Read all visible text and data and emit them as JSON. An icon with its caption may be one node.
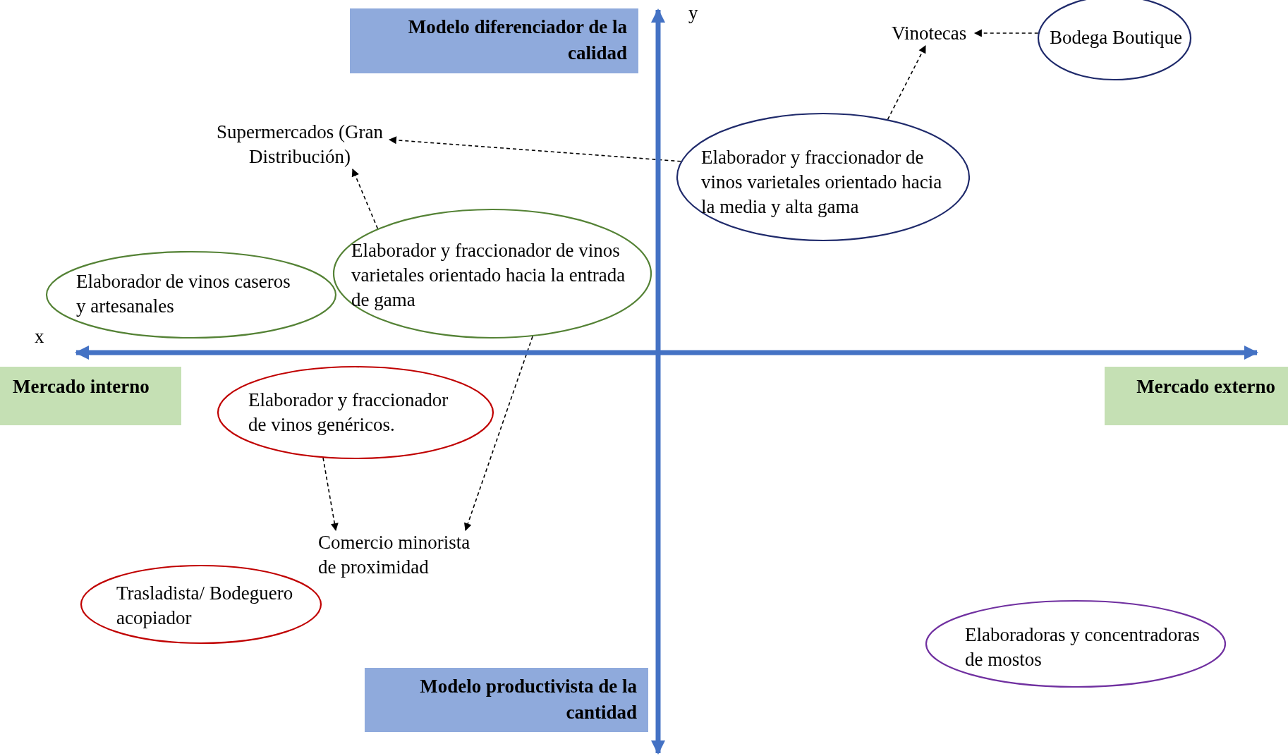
{
  "diagram": {
    "nodes": [
      {
        "text": [
          "Modelo diferenciador de la calidad"
        ]
      },
      {
        "text": [
          "Vinotecas"
        ]
      },
      {
        "text": [
          "Bodega Boutique"
        ]
      },
      {
        "text": [
          "Supermercados (Gran Distribución)"
        ]
      },
      {
        "text": [
          "Elaborador y fraccionador de vinos varietales orientado hacia la media y alta gama"
        ]
      },
      {
        "text": [
          "Elaborador y fraccionador de vinos varietales orientado hacia la entrada de gama"
        ]
      },
      {
        "text": [
          "Elaborador de vinos caseros y artesanales"
        ]
      },
      {
        "text": [
          "Mercado interno"
        ]
      },
      {
        "text": [
          "Mercado externo"
        ]
      },
      {
        "text": [
          "Elaborador y fraccionador de vinos genéricos."
        ]
      },
      {
        "text": [
          "Comercio minorista de proximidad"
        ]
      },
      {
        "text": [
          "Trasladista/ Bodeguero acopiador"
        ]
      },
      {
        "text": [
          "Elaboradoras y concentradoras de mostos"
        ]
      },
      {
        "text": [
          "Modelo productivista de la cantidad"
        ]
      }
    ],
    "edges": [
      {
        "from": 2,
        "to": 1,
        "arrow": "to",
        "style": "dashed"
      },
      {
        "from": 4,
        "to": 1,
        "arrow": "to",
        "style": "dashed"
      },
      {
        "from": 4,
        "to": 3,
        "arrow": "to",
        "style": "dashed"
      },
      {
        "from": 5,
        "to": 3,
        "arrow": "to",
        "style": "dashed"
      },
      {
        "from": 5,
        "to": 10,
        "arrow": "to",
        "style": "dashed"
      },
      {
        "from": 9,
        "to": 10,
        "arrow": "to",
        "style": "dashed"
      },
      {
        "from": 7,
        "to": 8,
        "arrow": "both",
        "style": "thick",
        "color": "#4472c4"
      },
      {
        "from": 0,
        "to": 13,
        "arrow": "both",
        "style": "thick",
        "color": "#4472c4"
      }
    ],
    "labels": [
      "y",
      "x"
    ]
  }
}
